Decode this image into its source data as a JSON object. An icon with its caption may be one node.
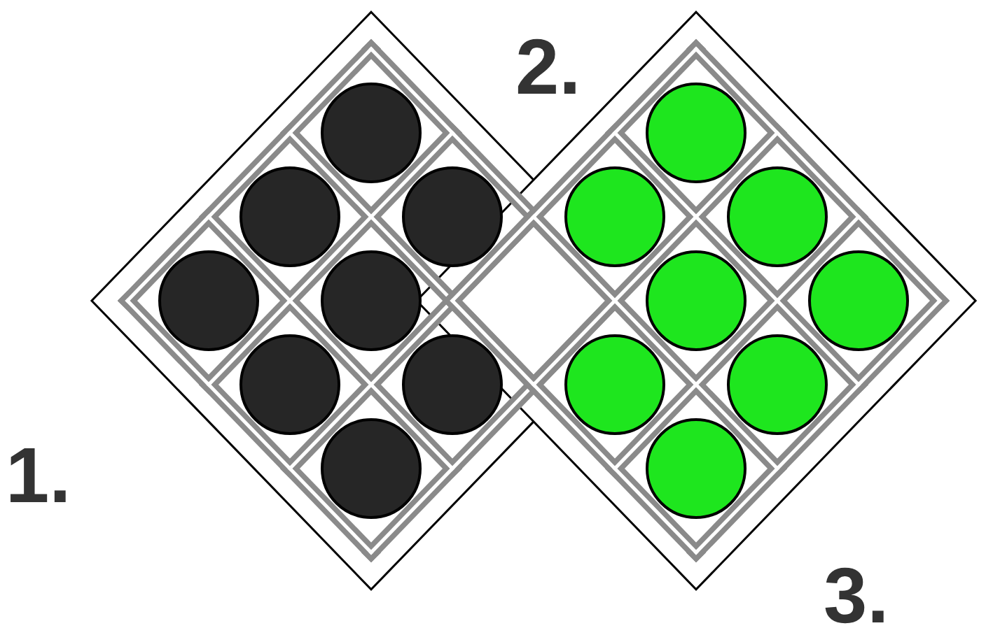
{
  "diagram": {
    "labels": [
      "2.",
      "1.",
      "3."
    ]
  }
}
